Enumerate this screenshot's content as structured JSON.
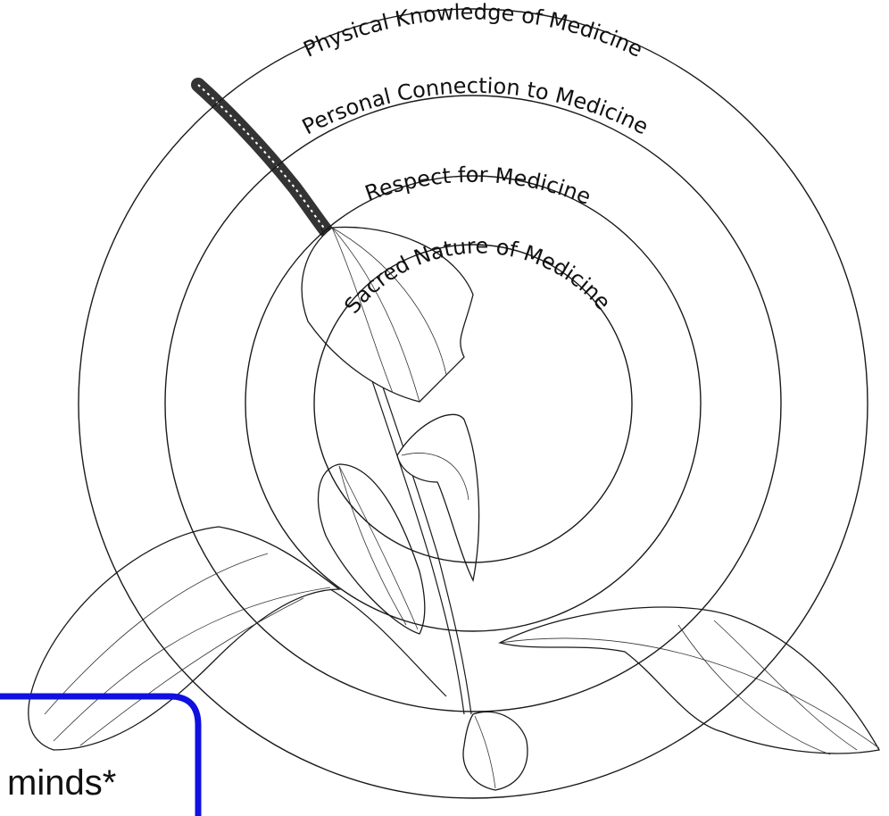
{
  "rings": [
    {
      "label": "Physical Knowledge of Medicine"
    },
    {
      "label": "Personal Connection to Medicine"
    },
    {
      "label": "Respect for Medicine"
    },
    {
      "label": "Sacred Nature of Medicine"
    }
  ],
  "callout": {
    "text": "minds*"
  },
  "colors": {
    "callout_border": "#1010e0",
    "line": "#1a1a1a",
    "background": "#ffffff"
  },
  "illustration": {
    "subject": "plantain-plant-icon"
  }
}
